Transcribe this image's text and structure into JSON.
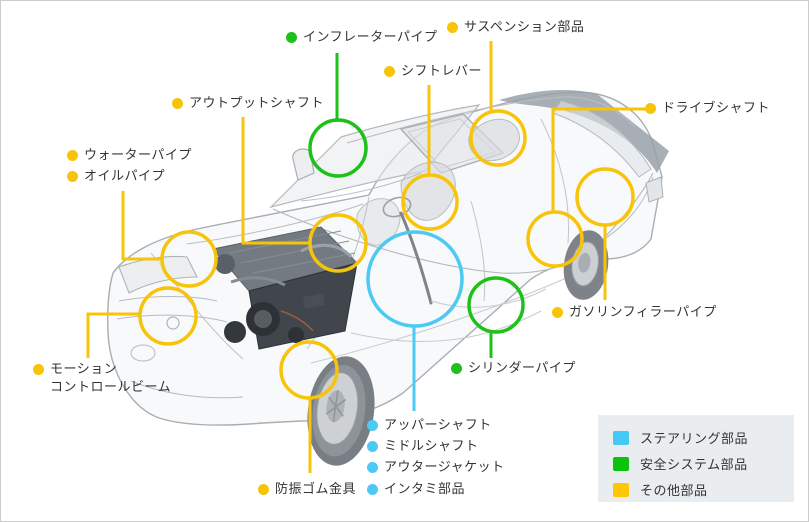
{
  "colors": {
    "yellow": "#F7C40A",
    "green": "#1CC119",
    "blue": "#4EC9F3",
    "label_text": "#333333",
    "legend_bg": "#E9EDEF",
    "page_border": "#CCCCCC"
  },
  "callouts": [
    {
      "id": "inflator-pipe",
      "label": "インフレーターパイプ",
      "category": "green"
    },
    {
      "id": "suspension-parts",
      "label": "サスペンション部品",
      "category": "yellow"
    },
    {
      "id": "shift-lever",
      "label": "シフトレバー",
      "category": "yellow"
    },
    {
      "id": "output-shaft",
      "label": "アウトプットシャフト",
      "category": "yellow"
    },
    {
      "id": "drive-shaft",
      "label": "ドライブシャフト",
      "category": "yellow"
    },
    {
      "id": "water-pipe",
      "label": "ウォーターパイプ",
      "category": "yellow"
    },
    {
      "id": "oil-pipe",
      "label": "オイルパイプ",
      "category": "yellow"
    },
    {
      "id": "motion-control-beam",
      "label": "モーション\nコントロールビーム",
      "category": "yellow"
    },
    {
      "id": "gasoline-filler-pipe",
      "label": "ガソリンフィラーパイプ",
      "category": "yellow"
    },
    {
      "id": "cylinder-pipe",
      "label": "シリンダーパイプ",
      "category": "green"
    },
    {
      "id": "upper-shaft",
      "label": "アッパーシャフト",
      "category": "blue"
    },
    {
      "id": "middle-shaft",
      "label": "ミドルシャフト",
      "category": "blue"
    },
    {
      "id": "outer-jacket",
      "label": "アウタージャケット",
      "category": "blue"
    },
    {
      "id": "intermediate-parts",
      "label": "インタミ部品",
      "category": "blue"
    },
    {
      "id": "anti-vibration-rubber",
      "label": "防振ゴム金具",
      "category": "yellow"
    }
  ],
  "legend": {
    "items": [
      {
        "label": "ステアリング部品",
        "color": "#45C8F5"
      },
      {
        "label": "安全システム部品",
        "color": "#0CC20C"
      },
      {
        "label": "その他部品",
        "color": "#FFC603"
      }
    ]
  }
}
